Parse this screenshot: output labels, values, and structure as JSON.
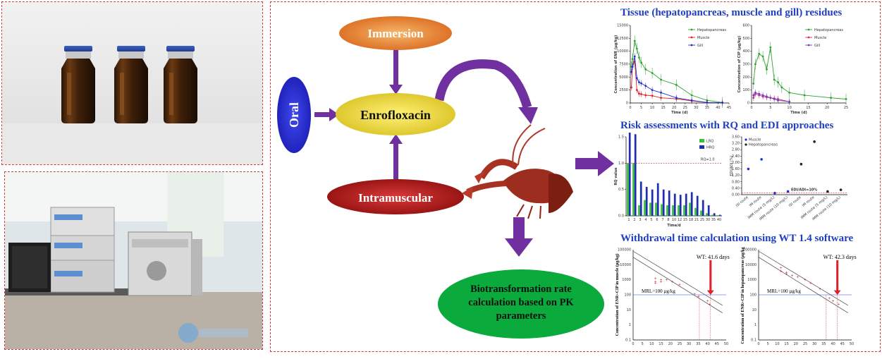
{
  "flow": {
    "immersion": "Immersion",
    "oral": "Oral",
    "enrofloxacin": "Enrofloxacin",
    "intramuscular": "Intramuscular",
    "biotransformation": "Biotransformation rate calculation based on PK parameters"
  },
  "sections": {
    "tissue_title": "Tissue (hepatopancreas, muscle and gill) residues",
    "risk_title": "Risk assessments with RQ and EDI approaches",
    "wt_title": "Withdrawal time calculation using WT 1.4 software"
  },
  "colors": {
    "title": "#1f3fbf",
    "arrow": "#7030a0",
    "panel_border": "#d23b3b",
    "green": "#2ea12e",
    "red": "#e0202a",
    "blue": "#2030d0"
  },
  "chart_data": [
    {
      "type": "line",
      "id": "enr",
      "ylabel": "Concentration of ENR (µg/kg)",
      "xlabel": "Time (d)",
      "xlim": [
        0,
        45
      ],
      "ylim": [
        0,
        15000
      ],
      "xticks": [
        0,
        5,
        10,
        15,
        20,
        25,
        30,
        35,
        40,
        45
      ],
      "yticks": [
        0,
        2500,
        5000,
        7500,
        10000,
        12500,
        15000
      ],
      "series": [
        {
          "name": "Hepatopancreas",
          "color": "#2ea12e",
          "x": [
            0.5,
            1,
            2,
            3,
            4,
            5,
            7,
            10,
            14,
            21,
            28,
            35,
            42
          ],
          "y": [
            7000,
            8500,
            12000,
            10500,
            8800,
            7800,
            6500,
            5800,
            4500,
            3500,
            1500,
            500,
            100
          ]
        },
        {
          "name": "Muscle",
          "color": "#e0202a",
          "x": [
            0.5,
            1,
            2,
            3,
            4,
            5,
            7,
            10,
            14,
            21,
            28,
            35,
            42
          ],
          "y": [
            3000,
            7000,
            8000,
            2500,
            1800,
            1700,
            1500,
            1400,
            1000,
            800,
            400,
            100,
            50
          ]
        },
        {
          "name": "Gill",
          "color": "#2030d0",
          "x": [
            0.5,
            1,
            2,
            3,
            4,
            5,
            7,
            10,
            14,
            21,
            28,
            35,
            42
          ],
          "y": [
            6000,
            7000,
            9000,
            4800,
            4000,
            3800,
            3300,
            2500,
            2000,
            1000,
            500,
            100,
            50
          ]
        }
      ]
    },
    {
      "type": "line",
      "id": "cip",
      "ylabel": "Concentration of CIP (µg/kg)",
      "xlabel": "Time (d)",
      "xlim": [
        0,
        25
      ],
      "ylim": [
        0,
        600
      ],
      "xticks": [
        0,
        5,
        10,
        15,
        20,
        25
      ],
      "yticks": [
        0,
        100,
        200,
        300,
        400,
        500,
        600
      ],
      "series": [
        {
          "name": "Hepatopancreas",
          "color": "#2ea12e",
          "x": [
            0.5,
            1,
            2,
            3,
            4,
            5,
            6,
            7,
            8,
            10,
            14,
            21,
            25
          ],
          "y": [
            150,
            300,
            380,
            360,
            260,
            430,
            180,
            160,
            120,
            80,
            60,
            40,
            30
          ]
        },
        {
          "name": "Muscle",
          "color": "#d03070",
          "x": [
            0.5,
            1,
            2,
            3,
            4,
            5,
            6,
            7,
            10
          ],
          "y": [
            40,
            70,
            60,
            50,
            45,
            40,
            35,
            30,
            10
          ]
        },
        {
          "name": "Gill",
          "color": "#7040c0",
          "x": [
            0.5,
            1,
            2,
            3,
            4,
            5,
            6,
            7,
            10
          ],
          "y": [
            60,
            80,
            70,
            60,
            50,
            40,
            30,
            20,
            10
          ]
        }
      ]
    },
    {
      "type": "bar",
      "id": "rq",
      "ylabel": "RQ value",
      "xlabel": "Time/d",
      "ylim": [
        0,
        1.5
      ],
      "yticks": [
        0,
        0.5,
        1.0,
        1.5
      ],
      "categories": [
        "1",
        "2",
        "3",
        "4",
        "5",
        "6",
        "7",
        "8",
        "10",
        "12",
        "15",
        "18",
        "21",
        "25",
        "30",
        "35",
        "40"
      ],
      "annotation": "RQ=1.0",
      "series": [
        {
          "name": "LRQ",
          "color": "#38c238",
          "values": [
            1.0,
            1.0,
            0.2,
            0.3,
            0.25,
            0.25,
            0.22,
            0.2,
            0.2,
            0.2,
            0.2,
            0.25,
            0.15,
            0.1,
            0.05,
            0.02,
            0.01
          ]
        },
        {
          "name": "HRQ",
          "color": "#1f2fb0",
          "values": [
            1.6,
            1.55,
            0.65,
            0.55,
            0.5,
            0.62,
            0.5,
            0.48,
            0.42,
            0.4,
            0.42,
            0.45,
            0.38,
            0.3,
            0.2,
            0.05,
            0.02
          ]
        }
      ]
    },
    {
      "type": "scatter",
      "id": "edi",
      "ylabel": "EDI/ADI (%)",
      "yticks": [
        "0.00",
        "0.40",
        "0.80",
        "1.20",
        "1.60",
        "2.00",
        "2.40",
        "2.80",
        "3.20",
        "3.60"
      ],
      "ylim": [
        0,
        3.6
      ],
      "annotation": "EDI/ADI=10%",
      "categories": [
        "ISI route",
        "IM route",
        "IMM route (5 mg/L)",
        "IMM route (10 mg/L)",
        "ISI route",
        "IM route",
        "IMM route (5 mg/L)",
        "IMM route (10 mg/L)"
      ],
      "series": [
        {
          "name": "Muscle",
          "color": "#2030d0",
          "values": [
            1.6,
            2.2,
            0.1,
            0.2
          ]
        },
        {
          "name": "Hepatopancreas",
          "color": "#222222",
          "values": [
            1.9,
            3.3,
            0.2,
            0.3
          ]
        }
      ]
    },
    {
      "type": "scatter",
      "id": "wt1",
      "ylabel": "Concentration of ENR+CIP in muscle (µg/kg)",
      "annotation": "WT: 41.6 days",
      "mrl_label": "MRL=100 µg/kg",
      "xticks": [
        0,
        5,
        10,
        15,
        20,
        25,
        30,
        35,
        40,
        45,
        50
      ],
      "yticks": [
        "0.1",
        "1",
        "10",
        "100",
        "1000",
        "10000",
        "100000"
      ],
      "x": [
        12,
        12,
        12,
        15,
        15,
        18,
        21,
        25,
        33,
        35,
        40,
        41
      ],
      "y": [
        3.1,
        2.9,
        2.8,
        3.0,
        2.9,
        3.0,
        2.9,
        2.7,
        2.1,
        1.9,
        1.6,
        1.4
      ]
    },
    {
      "type": "scatter",
      "id": "wt2",
      "ylabel": "Concentration of ENR+CIP in hepatopancreas (µg/kg)",
      "annotation": "WT: 42.3 days",
      "mrl_label": "MRL=100 µg/kg",
      "xticks": [
        0,
        5,
        10,
        15,
        20,
        25,
        30,
        35,
        40,
        45,
        50
      ],
      "yticks": [
        "0.1",
        "1",
        "10",
        "100",
        "1000",
        "10000",
        "100000"
      ],
      "x": [
        12,
        12,
        15,
        15,
        18,
        21,
        25,
        28,
        33,
        38,
        40,
        43
      ],
      "y": [
        3.8,
        3.6,
        3.5,
        3.4,
        3.3,
        3.2,
        3.0,
        2.8,
        2.4,
        1.8,
        1.6,
        1.4
      ]
    }
  ]
}
